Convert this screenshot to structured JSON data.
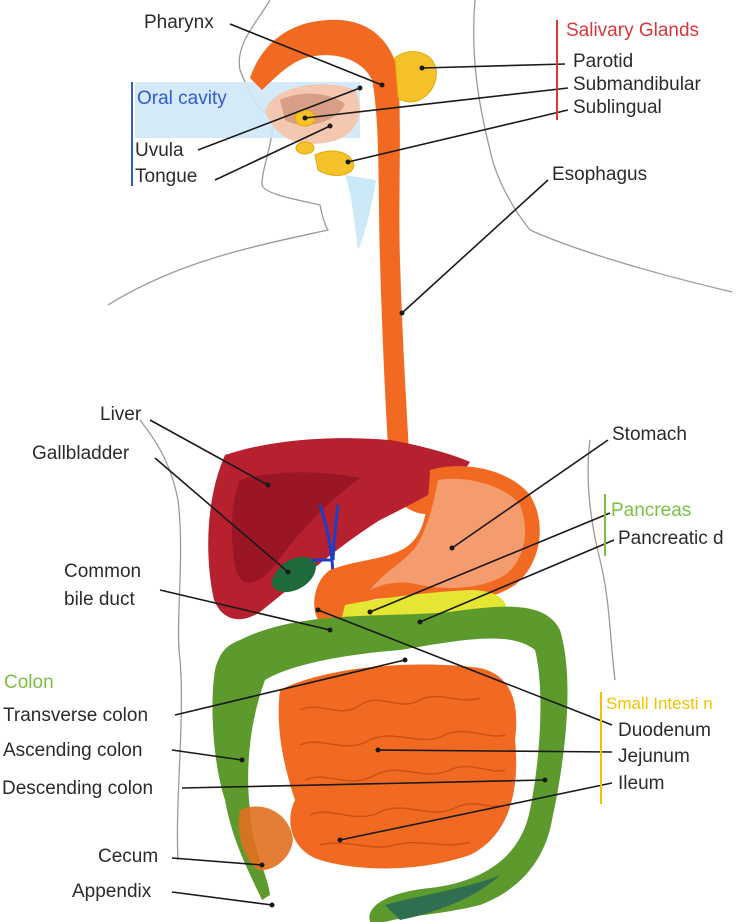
{
  "labels": {
    "pharynx": "Pharynx",
    "salivary_glands": "Salivary Glands",
    "parotid": "Parotid",
    "submandibular": "Submandibular",
    "sublingual": "Sublingual",
    "oral_cavity": "Oral cavity",
    "uvula": "Uvula",
    "tongue": "Tongue",
    "esophagus": "Esophagus",
    "liver": "Liver",
    "gallbladder": "Gallbladder",
    "stomach": "Stomach",
    "pancreas": "Pancreas",
    "pancreatic_duct": "Pancreatic d",
    "common_bile_duct_1": "Common",
    "common_bile_duct_2": "bile duct",
    "colon": "Colon",
    "transverse_colon": "Transverse colon",
    "ascending_colon": "Ascending colon",
    "descending_colon": "Descending colon",
    "cecum": "Cecum",
    "appendix": "Appendix",
    "small_intestine": "Small Intesti n",
    "duodenum": "Duodenum",
    "jejunum": "Jejunum",
    "ileum": "Ileum"
  },
  "colors": {
    "esophagus": "#f26a21",
    "liver": "#b7202e",
    "colon": "#5c9a2e",
    "small_intestine": "#f26a21",
    "salivary": "#f6c22b",
    "pancreas": "#e5e633",
    "gallbladder": "#1f6a3a",
    "group_red": "#d9383a",
    "group_blue": "#2f5bd3",
    "group_green": "#7bc043",
    "group_yellow": "#f2c200"
  }
}
